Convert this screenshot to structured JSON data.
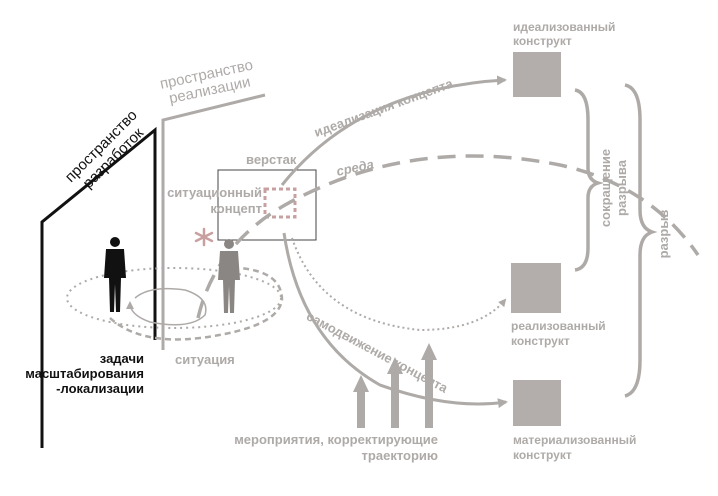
{
  "labels": {
    "dev_space_line1": "пространство",
    "dev_space_line2": "разработок",
    "impl_space_line1": "пространство",
    "impl_space_line2": "реализации",
    "workbench": "верстак",
    "situational_line1": "ситуационный",
    "situational_line2": "концепт",
    "idealization": "идеализация концепта",
    "environment": "среда",
    "self_motion": "самодвижение концепта",
    "situation": "ситуация",
    "tasks_line1": "задачи",
    "tasks_line2": "масштабирования",
    "tasks_line3": "-локализации",
    "measures_line1": "мероприятия, корректирующие",
    "measures_line2": "траекторию",
    "ideal_line1": "идеализованный",
    "ideal_line2": "конструкт",
    "realized_line1": "реализованный",
    "realized_line2": "конструкт",
    "material_line1": "материализованный",
    "material_line2": "конструкт",
    "gap_reduction_line1": "сокращение",
    "gap_reduction_line2": "разрыва",
    "gap": "разрыв"
  },
  "colors": {
    "gray": "#aeaaa8",
    "box_fill": "#b3aeab",
    "dark": "#111111",
    "pink": "#c9a0a0"
  }
}
